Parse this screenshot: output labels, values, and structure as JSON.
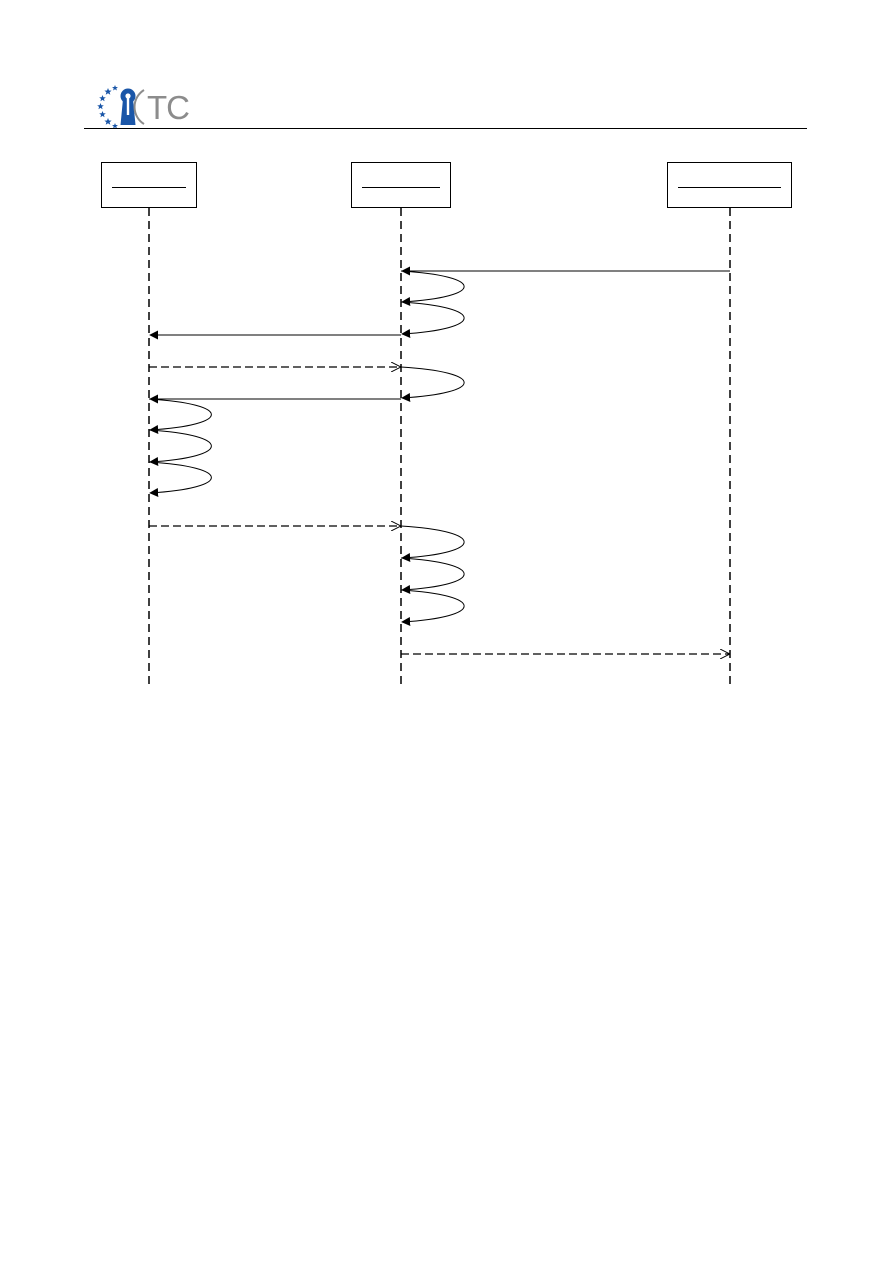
{
  "header": {
    "logo_text": "TC",
    "logo_color": "#1a56a8",
    "logo_star_color": "#1a56a8",
    "logo_text_color": "#8c8c8c"
  },
  "diagram": {
    "type": "sequence",
    "participants": [
      {
        "id": "p1",
        "label": ""
      },
      {
        "id": "p2",
        "label": ""
      },
      {
        "id": "p3",
        "label": ""
      }
    ],
    "messages": [
      {
        "from": "p3",
        "to": "p2",
        "style": "solid",
        "head": "filled"
      },
      {
        "from": "p2",
        "to": "p2",
        "style": "solid",
        "head": "filled"
      },
      {
        "from": "p2",
        "to": "p2",
        "style": "solid",
        "head": "filled"
      },
      {
        "from": "p2",
        "to": "p1",
        "style": "solid",
        "head": "filled"
      },
      {
        "from": "p1",
        "to": "p2",
        "style": "dashed",
        "head": "open"
      },
      {
        "from": "p2",
        "to": "p2",
        "style": "solid",
        "head": "filled"
      },
      {
        "from": "p2",
        "to": "p1",
        "style": "solid",
        "head": "filled"
      },
      {
        "from": "p1",
        "to": "p1",
        "style": "solid",
        "head": "filled"
      },
      {
        "from": "p1",
        "to": "p1",
        "style": "solid",
        "head": "filled"
      },
      {
        "from": "p1",
        "to": "p1",
        "style": "solid",
        "head": "filled"
      },
      {
        "from": "p1",
        "to": "p2",
        "style": "dashed",
        "head": "open"
      },
      {
        "from": "p2",
        "to": "p2",
        "style": "solid",
        "head": "filled"
      },
      {
        "from": "p2",
        "to": "p2",
        "style": "solid",
        "head": "filled"
      },
      {
        "from": "p2",
        "to": "p2",
        "style": "solid",
        "head": "filled"
      },
      {
        "from": "p2",
        "to": "p3",
        "style": "dashed",
        "head": "open"
      }
    ]
  }
}
